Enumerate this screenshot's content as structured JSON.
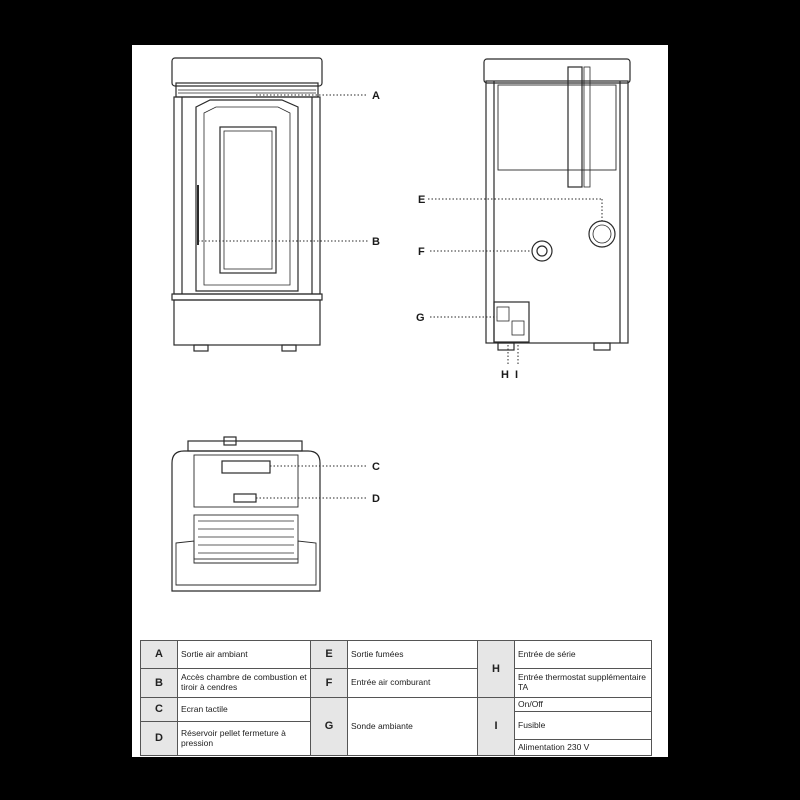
{
  "callouts": [
    "A",
    "B",
    "C",
    "D",
    "E",
    "F",
    "G",
    "H",
    "I"
  ],
  "legend": {
    "A": "Sortie air ambiant",
    "B": "Accès chambre de combustion et tiroir à cendres",
    "C": "Ecran tactile",
    "D": "Réservoir pellet fermeture à pression",
    "E": "Sortie fumées",
    "F": "Entrée air comburant",
    "G": "Sonde ambiante",
    "H": [
      "Entrée de série",
      "Entrée thermostat supplémentaire TA"
    ],
    "I": [
      "On/Off",
      "Fusible",
      "Alimentation 230 V"
    ]
  }
}
